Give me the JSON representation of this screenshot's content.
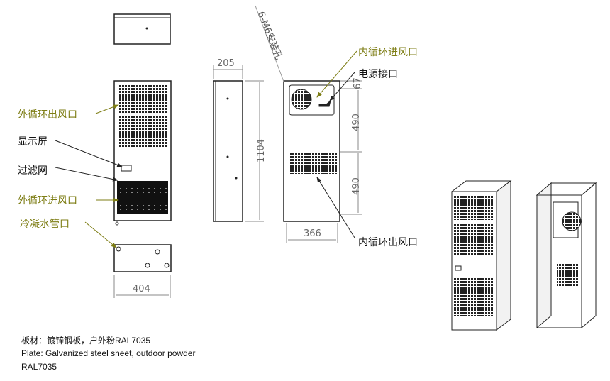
{
  "labels": {
    "outer_outlet": "外循环出风口",
    "display": "显示屏",
    "filter": "过滤网",
    "outer_inlet": "外循环进风口",
    "condensate": "冷凝水管口",
    "inner_inlet": "内循环进风口",
    "power": "电源接口",
    "inner_outlet": "内循环出风口",
    "mount_holes": "6-M6安装孔"
  },
  "dimensions": {
    "width_bottom": "404",
    "depth": "205",
    "height": "1104",
    "back_width": "366",
    "top_offset": "67",
    "spacing_1": "490",
    "spacing_2": "490"
  },
  "notes": {
    "line1": "板材：镀锌钢板，户外粉RAL7035",
    "line2": "Plate: Galvanized steel sheet, outdoor powder",
    "line3": "RAL7035"
  },
  "colors": {
    "label_accent": "#7d7d14",
    "line": "#222222",
    "dim": "#888888"
  }
}
